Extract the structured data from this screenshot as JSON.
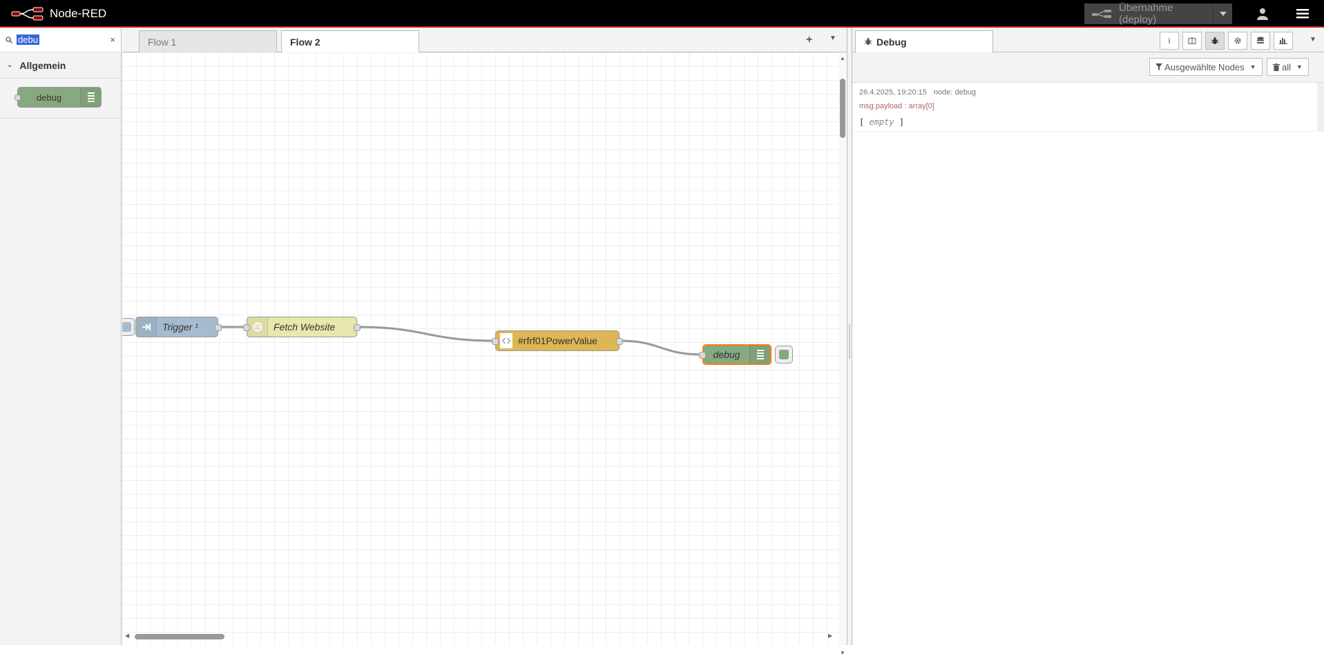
{
  "header": {
    "app_title": "Node-RED",
    "deploy_label": "Übernahme (deploy)"
  },
  "palette": {
    "search_value": "debu",
    "category": "Allgemein",
    "node_label": "debug"
  },
  "workspace": {
    "tabs": [
      {
        "label": "Flow 1",
        "active": false
      },
      {
        "label": "Flow 2",
        "active": true
      }
    ],
    "nodes": {
      "trigger": "Trigger ¹",
      "fetch": "Fetch Website",
      "html": "#rfrf01PowerValue",
      "debug": "debug"
    }
  },
  "sidebar": {
    "tab_label": "Debug",
    "filter_label": "Ausgewählte Nodes",
    "clear_label": "all",
    "message": {
      "timestamp": "26.4.2025, 19:20:15",
      "node": "node: debug",
      "topic": "msg.payload : array[0]",
      "value_open": "[",
      "value_empty": "empty",
      "value_close": "]"
    }
  },
  "colors": {
    "inject": "#a6bbcf",
    "http": "#e7e7ae",
    "html": "#deb654",
    "debug": "#87a980",
    "selected": "#ff7f0e"
  }
}
